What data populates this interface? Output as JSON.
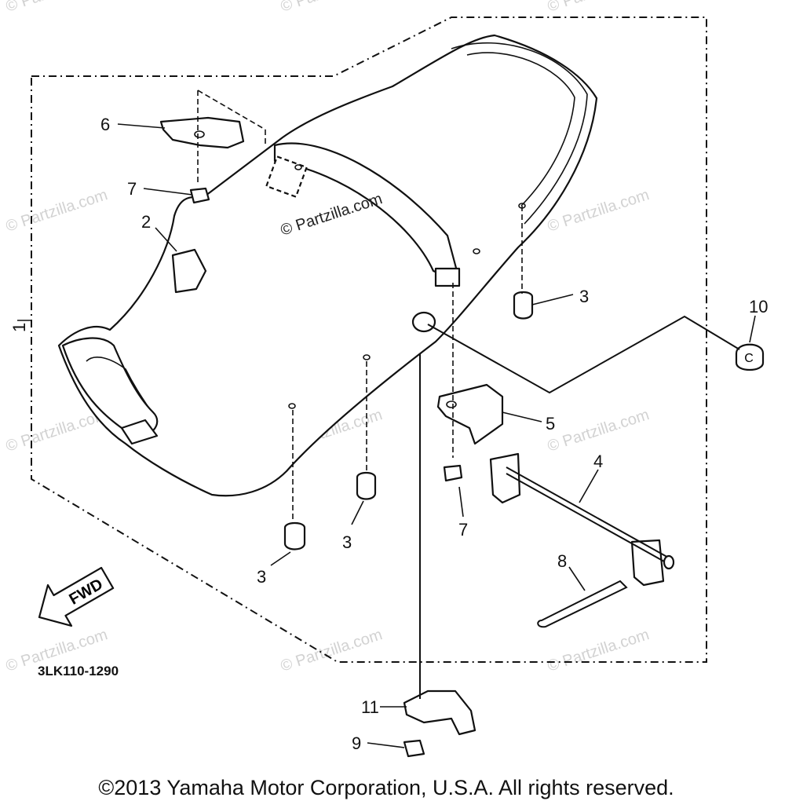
{
  "diagram": {
    "callouts": [
      {
        "id": "c1",
        "label": "1"
      },
      {
        "id": "c2",
        "label": "2"
      },
      {
        "id": "c3a",
        "label": "3"
      },
      {
        "id": "c3b",
        "label": "3"
      },
      {
        "id": "c3c",
        "label": "3"
      },
      {
        "id": "c4",
        "label": "4"
      },
      {
        "id": "c5",
        "label": "5"
      },
      {
        "id": "c6",
        "label": "6"
      },
      {
        "id": "c7a",
        "label": "7"
      },
      {
        "id": "c7b",
        "label": "7"
      },
      {
        "id": "c8",
        "label": "8"
      },
      {
        "id": "c9",
        "label": "9"
      },
      {
        "id": "c10",
        "label": "10"
      },
      {
        "id": "c11",
        "label": "11"
      }
    ],
    "fwd_label": "FWD",
    "bolt_mark": "C",
    "diagram_code": "3LK110-1290",
    "watermark_main": "© Partzilla.com",
    "watermark": "© Partzilla.com",
    "copyright": "©2013 Yamaha Motor Corporation, U.S.A. All rights reserved."
  }
}
